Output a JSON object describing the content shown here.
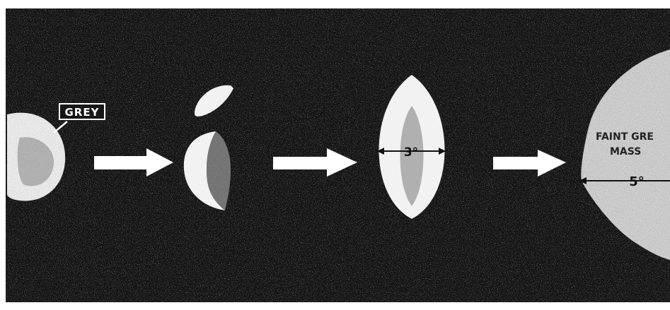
{
  "figure": {
    "colors": {
      "background": "#111111",
      "frame": "#ffffff",
      "object_fill": "#f2f2f2",
      "label_box": "#161616",
      "arrow": "#ffffff"
    },
    "stage1": {
      "label": "GREY"
    },
    "stage3": {
      "angle_label": "3°"
    },
    "stage4": {
      "label_line1": "FAINT GRE",
      "label_line2": "MASS",
      "angle_label": "5°"
    }
  }
}
